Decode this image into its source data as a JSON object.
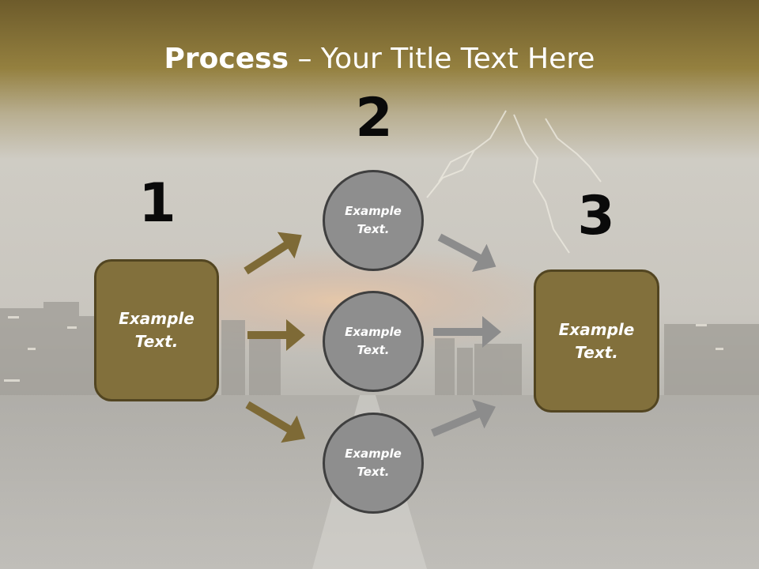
{
  "slide": {
    "title_bold": "Process",
    "title_rest": " – Your Title Text Here"
  },
  "steps": {
    "one": "1",
    "two": "2",
    "three": "3"
  },
  "nodes": {
    "left_box": [
      "Example",
      "Text."
    ],
    "circle_top": [
      "Example",
      "Text."
    ],
    "circle_middle": [
      "Example",
      "Text."
    ],
    "circle_bottom": [
      "Example",
      "Text."
    ],
    "right_box": [
      "Example",
      "Text."
    ]
  },
  "colors": {
    "box_fill": "#82703c",
    "box_border": "#524521",
    "circle_fill": "#8e8e8e",
    "arrow_brown": "#7e6a36",
    "arrow_gray": "#8c8c8c",
    "header_band": "#8a733a"
  }
}
